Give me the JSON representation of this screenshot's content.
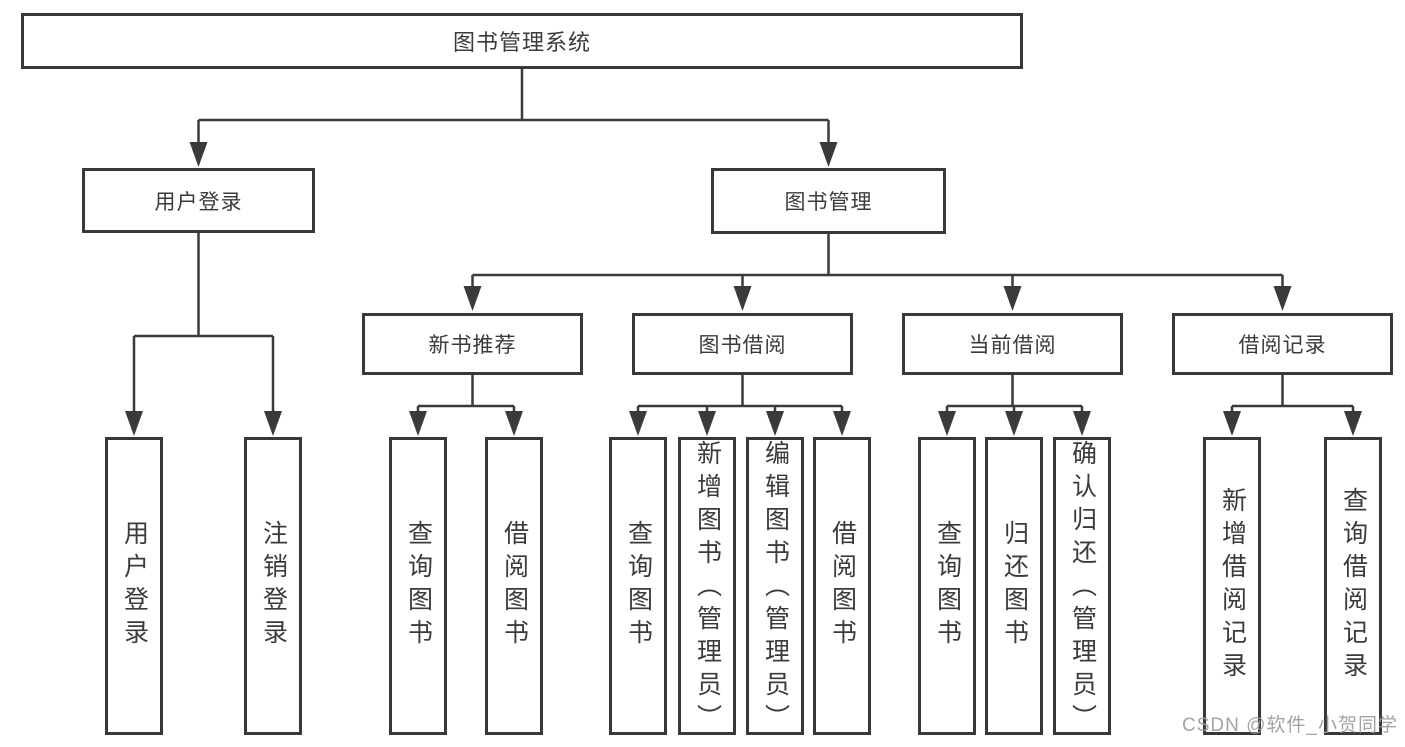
{
  "diagram": {
    "root": {
      "label": "图书管理系统"
    },
    "level2": [
      {
        "label": "用户登录"
      },
      {
        "label": "图书管理"
      }
    ],
    "level3": [
      {
        "label": "新书推荐"
      },
      {
        "label": "图书借阅"
      },
      {
        "label": "当前借阅"
      },
      {
        "label": "借阅记录"
      }
    ],
    "leaves": [
      {
        "label": "用户登录"
      },
      {
        "label": "注销登录"
      },
      {
        "label": "查询图书"
      },
      {
        "label": "借阅图书"
      },
      {
        "label": "查询图书"
      },
      {
        "label": "新增图书（管理员）"
      },
      {
        "label": "编辑图书（管理员）"
      },
      {
        "label": "借阅图书"
      },
      {
        "label": "查询图书"
      },
      {
        "label": "归还图书"
      },
      {
        "label": "确认归还（管理员）"
      },
      {
        "label": "新增借阅记录"
      },
      {
        "label": "查询借阅记录"
      }
    ],
    "colors": {
      "line": "#3a3a3a",
      "text": "#3b3b3b",
      "box_border": "#383838",
      "background": "#ffffff"
    }
  },
  "watermark": {
    "text": "CSDN @软件_小贺同学",
    "color": "#9c9c9c"
  }
}
